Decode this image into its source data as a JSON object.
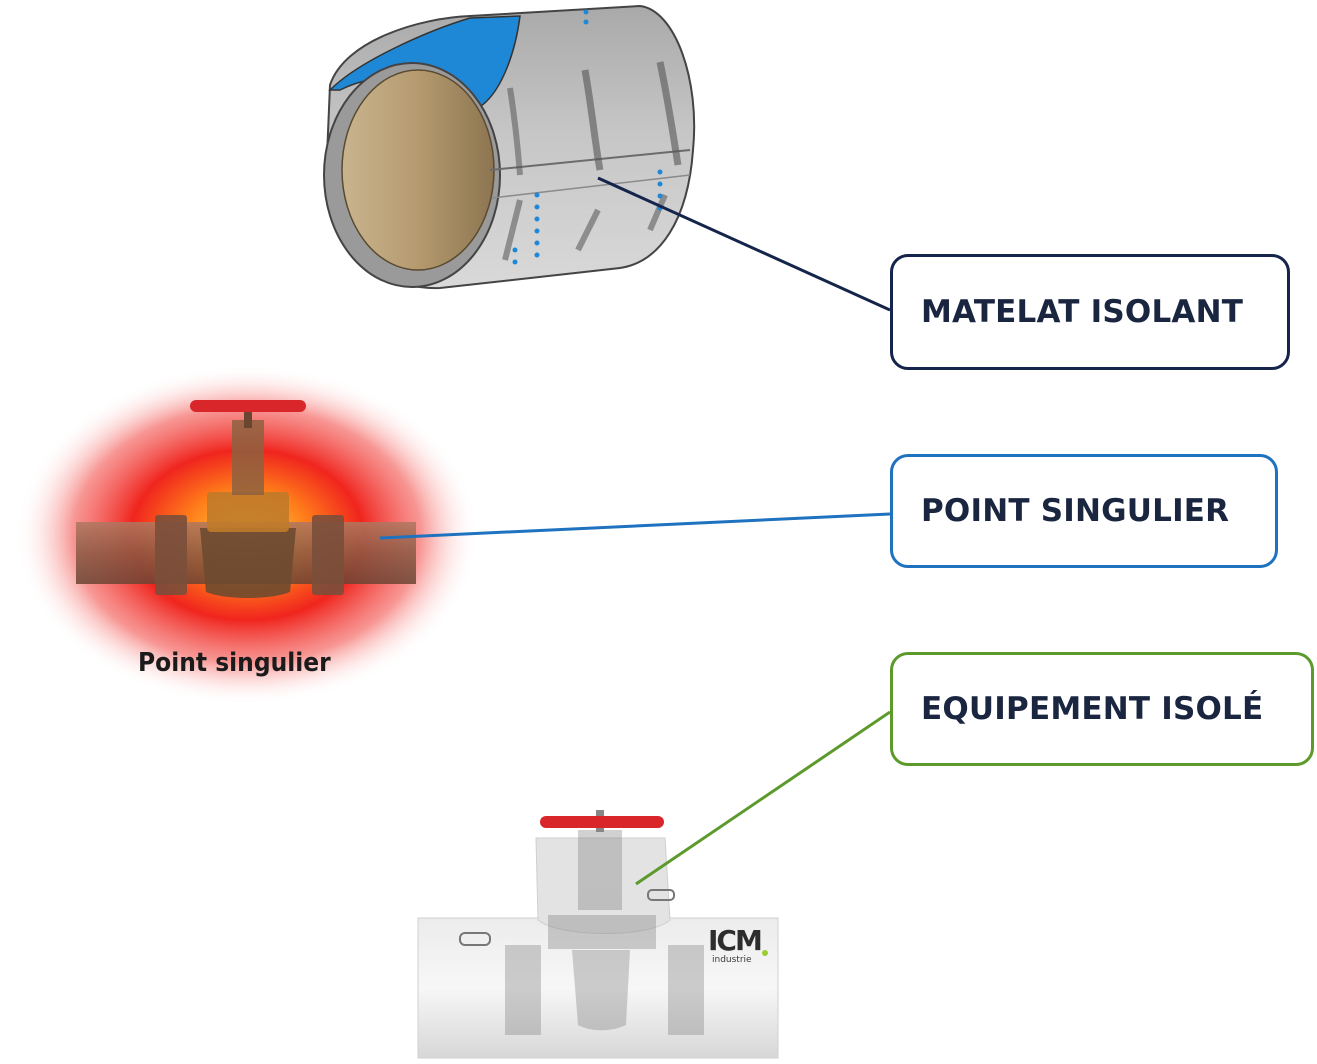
{
  "callouts": {
    "matelat": {
      "label": "MATELAT ISOLANT"
    },
    "point": {
      "label": "POINT SINGULIER"
    },
    "equipement": {
      "label": "EQUIPEMENT ISOLÉ"
    }
  },
  "point_singulier_caption": "Point singulier",
  "logo": {
    "mark": "ICM",
    "sub": "industrie"
  },
  "colors": {
    "navy": "#14244a",
    "blue": "#1f72bf",
    "green": "#5c9a2c",
    "insulation_blue": "#1e88d6",
    "valve_red": "#d9262b"
  }
}
